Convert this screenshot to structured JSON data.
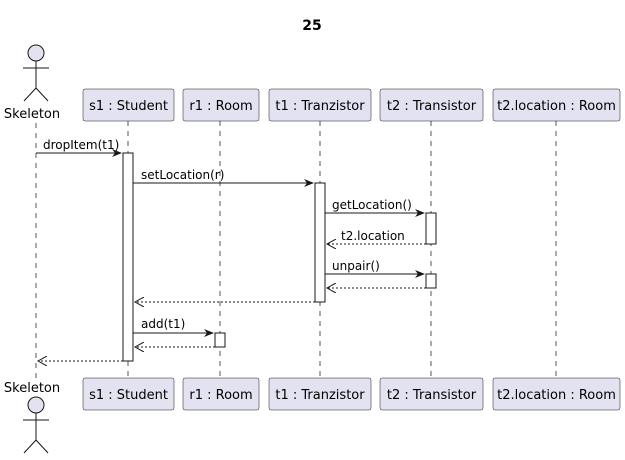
{
  "title": "25",
  "actor": {
    "name": "Skeleton"
  },
  "participants": [
    {
      "id": "s1",
      "label": "s1 : Student"
    },
    {
      "id": "r1",
      "label": "r1 : Room"
    },
    {
      "id": "t1",
      "label": "t1 : Tranzistor"
    },
    {
      "id": "t2",
      "label": "t2 : Transistor"
    },
    {
      "id": "loc",
      "label": "t2.location : Room"
    }
  ],
  "messages": [
    {
      "from": "actor",
      "to": "s1",
      "label": "dropItem(t1)",
      "kind": "call"
    },
    {
      "from": "s1",
      "to": "t1",
      "label": "setLocation(r)",
      "kind": "call"
    },
    {
      "from": "t1",
      "to": "t2",
      "label": "getLocation()",
      "kind": "call"
    },
    {
      "from": "t2",
      "to": "t1",
      "label": "t2.location",
      "kind": "return"
    },
    {
      "from": "t1",
      "to": "t2",
      "label": "unpair()",
      "kind": "call"
    },
    {
      "from": "t2",
      "to": "t1",
      "label": "",
      "kind": "return"
    },
    {
      "from": "t1",
      "to": "s1",
      "label": "",
      "kind": "return"
    },
    {
      "from": "s1",
      "to": "r1",
      "label": "add(t1)",
      "kind": "call"
    },
    {
      "from": "r1",
      "to": "s1",
      "label": "",
      "kind": "return"
    },
    {
      "from": "s1",
      "to": "actor",
      "label": "",
      "kind": "return"
    }
  ],
  "colors": {
    "participant_fill": "#e2e2f0",
    "line": "#181818"
  }
}
